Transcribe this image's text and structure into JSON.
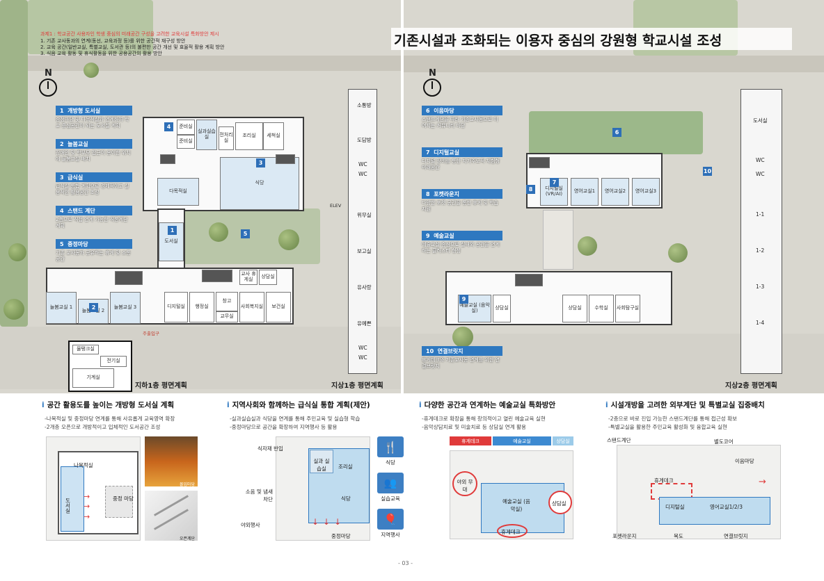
{
  "header": {
    "title": "기존시설과 조화되는 이용자 중심의 강원형 학교시설 조성",
    "issue_label": "과제1 : 학교공간 사용자인 학생 중심의 미래공간 구성을 고려한 교육시설 특화방안 제시",
    "issue_items": [
      "1. 기존 교사동과의 연계(동선, 교육과정 등)를 위한 공간적 재구성 방안",
      "2. 교육 공간(일반교실, 특별교실, 도서관 등)의 불편한 공간 개선 및 효율적 활용 계획 방안",
      "3. 식음 교육 활동 및 휴식활동을 위한 공용공간의 활용 방안"
    ]
  },
  "left_plan": {
    "north": "N",
    "legend": [
      {
        "num": "1",
        "title": "개방형 도서실",
        "desc": "중정마당 및 다목적실과 연계하여 학교 중심공간이 되는 도서실 계획"
      },
      {
        "num": "2",
        "title": "늘봄교실",
        "desc": "장애인 및 학부모 접근이 용이한 위치에 늘봄교실 배치"
      },
      {
        "num": "3",
        "title": "급식실",
        "desc": "급식실 통합 계획으로 경제적이고 실용적인 활용공간 조성"
      },
      {
        "num": "4",
        "title": "스탠드 계단",
        "desc": "2층으로 직접 연계 가능한 직통계단 계획"
      },
      {
        "num": "5",
        "title": "중정마당",
        "desc": "기존 교사동과 공유하는 휴게 및 소통 공간"
      }
    ],
    "rooms": {
      "music": "준비실",
      "prep2": "준비실",
      "lecture": "실과실습실",
      "store": "전처리실",
      "cook": "조리실",
      "wash": "세척실",
      "dining": "식당",
      "multi": "다목적실",
      "library": "도서실",
      "rest": "교사 휴게실",
      "consult": "상담실",
      "care1": "늘봄교실 1",
      "care2": "늘봄교실 2",
      "care3": "늘봄교실 3",
      "digital": "디지털실",
      "admin": "행정실",
      "office": "교무실",
      "clinic": "사회복지실",
      "health": "보건실",
      "wc": "WC",
      "storage": "창고",
      "elev": "ELEV",
      "machine": "기계실",
      "elec": "전기실",
      "tank": "물탱크실"
    },
    "existing": [
      "소통방",
      "도담방",
      "WC",
      "WC",
      "위무실",
      "보고실",
      "유사랑",
      "유예쁜",
      "WC",
      "WC"
    ],
    "entrance": "주출입구",
    "basement_title": "지하1층 평면계획",
    "floor_title": "지상1층 평면계획"
  },
  "right_plan": {
    "north": "N",
    "legend": [
      {
        "num": "6",
        "title": "이음마당",
        "desc": "스탠드계단을 따라 기존교사동으로 이어지는 커뮤니티 마당"
      },
      {
        "num": "7",
        "title": "디지털교실",
        "desc": "디지털 장비를 통한 지가주도적 체험형 미래공간"
      },
      {
        "num": "8",
        "title": "포켓라운지",
        "desc": "다양한 포켓 공간을 통한 휴게 및 학습 지원"
      },
      {
        "num": "9",
        "title": "예술교실",
        "desc": "예술교실 중심으로 실내외 공간을 연계하는 클러스터 형성"
      },
      {
        "num": "10",
        "title": "연결브릿지",
        "desc": "휴게데크와 기존교사동 연계를 위한 연결브릿지"
      }
    ],
    "rooms": {
      "digital": "디지털실 (VR/AI)",
      "eng1": "영어교실1",
      "eng2": "영어교실2",
      "eng3": "영어교실3",
      "arts": "예술교실 (음악실)",
      "consult": "상담실",
      "consult2": "상담실",
      "math": "수학실",
      "sci": "사회탐구실"
    },
    "existing": [
      "도서실",
      "WC",
      "WC",
      "1-1",
      "1-2",
      "1-3",
      "1-4"
    ],
    "floor_title": "지상2층 평면계획"
  },
  "sections": [
    {
      "title": "공간 활용도를 높이는 개방형 도서실 계획",
      "bullets": [
        "-나목적실 및 중정마당 연계를 통해 사유롭게 교육영역 확장",
        "-2개층 오픈으로 개방적이고 입체적인 도서공간 조성"
      ],
      "labels": {
        "multi": "나목적실",
        "library": "도서실",
        "court": "중정 마당",
        "photo1": "몰입마당",
        "photo2": "오픈계단"
      }
    },
    {
      "title": "지역사회와 함께하는 급식실 통합 계획(제안)",
      "bullets": [
        "-실과실습실과 식당을 연계를 통해 주민교육 및 실습형 학습",
        "-중정마당으로 공간을 확장하여 지역행사 등 활용"
      ],
      "labels": {
        "entry": "식자재 반입",
        "noise": "소음 및 냄새차단",
        "event": "야외행사",
        "practice": "실과 실습실",
        "kitchen": "조리실",
        "dining": "식당",
        "court": "중정마당"
      },
      "icons": [
        {
          "name": "식당"
        },
        {
          "name": "실습교육"
        },
        {
          "name": "지역행사"
        }
      ]
    },
    {
      "title": "다양한 공간과 연계하는 예술교실 특화방안",
      "bullets": [
        "-휴게데크로 확장을 통해 창의적이고 열린 예술교육 실현",
        "-음악상담치료 및 미술치료 등 상담실 연계 활용"
      ],
      "labels": {
        "deck": "휴게데크",
        "art": "예술교실",
        "consult": "상담실",
        "stage": "야외 무대",
        "music": "예술교실 (음악실)",
        "consult2": "상담실",
        "deck2": "휴게데크"
      }
    },
    {
      "title": "시설개방을 고려한 외부계단 및 특별교실 집중배치",
      "bullets": [
        "-2층으로 바로 진입 가능한 스탠드계단를 통해 접근성 확보",
        "-특별교실을 활용한 주민교육 활성화 및 융합교육 실현"
      ],
      "labels": {
        "stand": "스탠드계단",
        "core": "별도코어",
        "court": "이음마당",
        "deck": "휴게데크",
        "digital": "디지털실",
        "eng": "영어교실1/2/3",
        "pocket": "포켓라운지",
        "corridor": "복도",
        "bridge": "연결브릿지"
      }
    }
  ],
  "page_number": "- 03 -",
  "colors": {
    "accent": "#2e78c0",
    "red": "#e03a3a",
    "light_blue": "#cde3f3"
  }
}
